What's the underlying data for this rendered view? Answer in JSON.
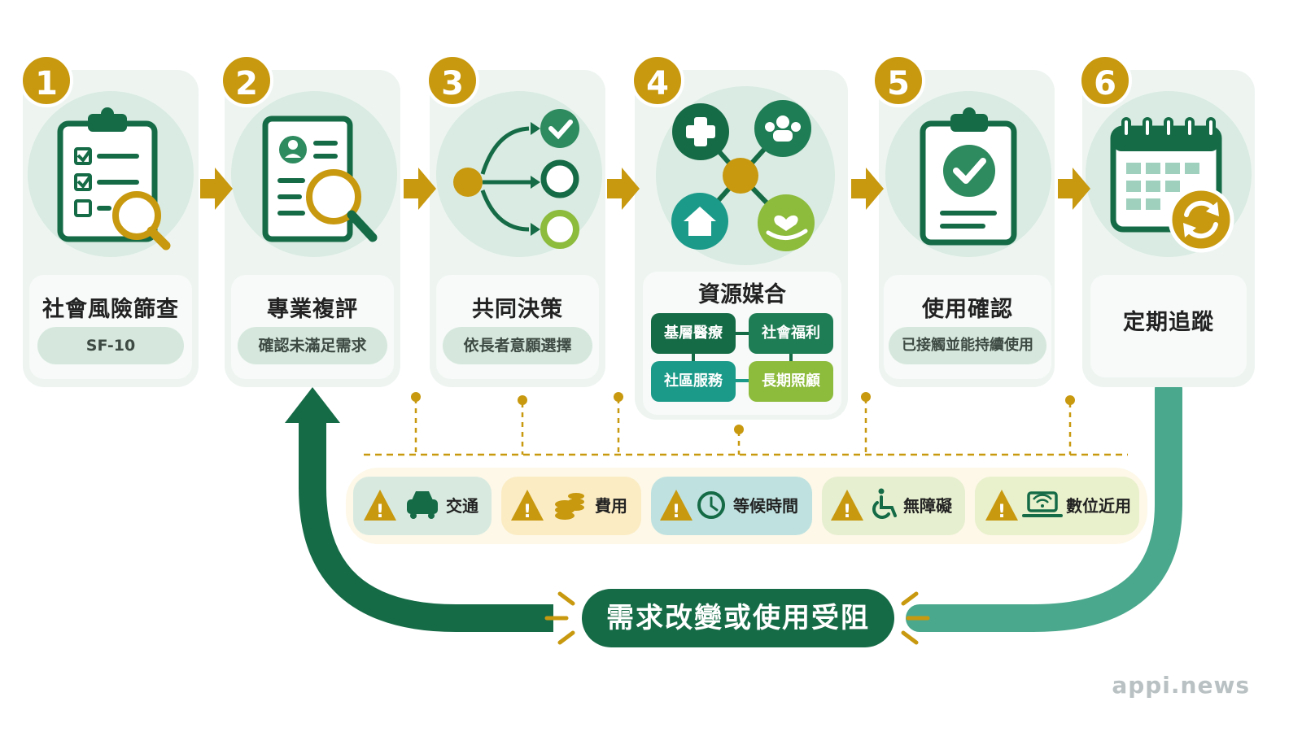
{
  "colors": {
    "dark_green": "#166b47",
    "mid_green": "#2e8a5f",
    "teal": "#1b9a8a",
    "light_green": "#8dbb3c",
    "gold": "#c8990f",
    "card_bg": "#eef5f1",
    "loop_right": "#4aa88c"
  },
  "steps": [
    {
      "number": "1",
      "title": "社會風險篩查",
      "subtitle": "SF-10",
      "icon": "clipboard-checklist-magnifier-icon"
    },
    {
      "number": "2",
      "title": "專業複評",
      "subtitle": "確認未滿足需求",
      "icon": "document-magnifier-icon"
    },
    {
      "number": "3",
      "title": "共同決策",
      "subtitle": "依長者意願選擇",
      "icon": "branching-choices-icon"
    },
    {
      "number": "4",
      "title": "資源媒合",
      "icon": "resource-network-icon"
    },
    {
      "number": "5",
      "title": "使用確認",
      "subtitle": "已接觸並能持續使用",
      "icon": "clipboard-check-icon"
    },
    {
      "number": "6",
      "title": "定期追蹤",
      "icon": "calendar-refresh-icon"
    }
  ],
  "resources": [
    {
      "label": "基層醫療",
      "color": "#166b47"
    },
    {
      "label": "社會福利",
      "color": "#1f7d55"
    },
    {
      "label": "社區服務",
      "color": "#1b9a8a"
    },
    {
      "label": "長期照顧",
      "color": "#8dbb3c"
    }
  ],
  "barriers": [
    {
      "label": "交通",
      "icon": "car-icon",
      "bg": "#d8eae0"
    },
    {
      "label": "費用",
      "icon": "coins-icon",
      "bg": "#fbecc4"
    },
    {
      "label": "等候時間",
      "icon": "clock-icon",
      "bg": "#bfe2e0"
    },
    {
      "label": "無障礙",
      "icon": "wheelchair-icon",
      "bg": "#e6efcf"
    },
    {
      "label": "數位近用",
      "icon": "laptop-wifi-icon",
      "bg": "#e9f0cc"
    }
  ],
  "loop_label": "需求改變或使用受阻",
  "watermark": "appi.news"
}
